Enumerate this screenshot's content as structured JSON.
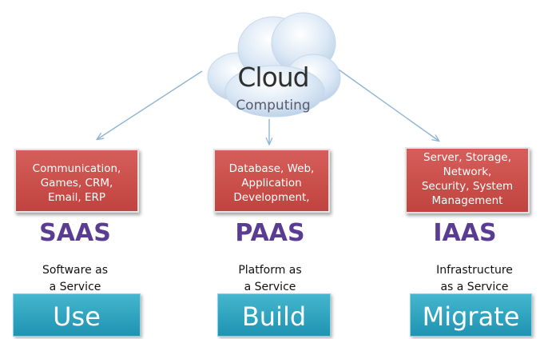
{
  "cloud": {
    "title": "Cloud",
    "subtitle": "Computing"
  },
  "models": [
    {
      "services": [
        "Communication,",
        "Games, CRM,",
        "Email, ERP"
      ],
      "acronym": "SAAS",
      "description": [
        "Software as",
        "a Service"
      ],
      "action": "Use"
    },
    {
      "services": [
        "Database, Web,",
        "Application",
        "Development,"
      ],
      "acronym": "PAAS",
      "description": [
        "Platform as",
        "a Service"
      ],
      "action": "Build"
    },
    {
      "services": [
        "Server, Storage,",
        "Network,",
        "Security, System",
        "Management"
      ],
      "acronym": "IAAS",
      "description": [
        "Infrastructure",
        "as a Service"
      ],
      "action": "Migrate"
    }
  ],
  "colors": {
    "service_box": "#c94c48",
    "acronym": "#5a3d92",
    "action_button": "#2ea3c0",
    "cloud": "#d2e3f3",
    "arrow": "#8fb3d6"
  }
}
